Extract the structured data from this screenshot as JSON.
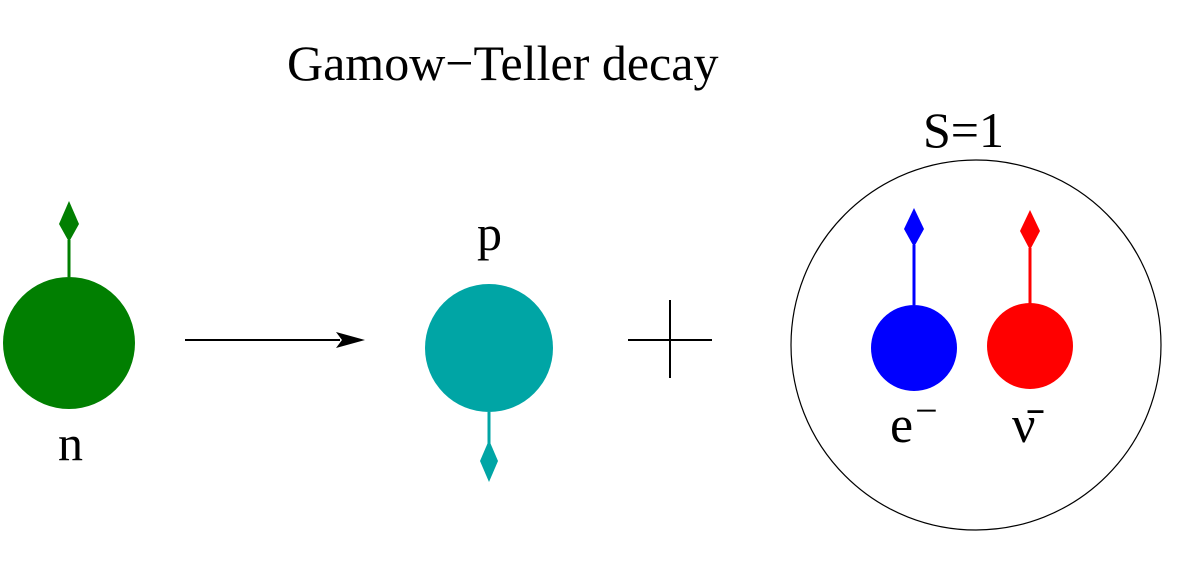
{
  "title": "Gamow−Teller decay",
  "spin_label": "S=1",
  "particles": {
    "neutron": {
      "label": "n",
      "color": "#017f01",
      "spin": "up"
    },
    "proton": {
      "label": "p",
      "color": "#00a5a5",
      "spin": "down"
    },
    "electron": {
      "label_base": "e",
      "label_sup": "−",
      "color": "#0000ff",
      "spin": "up"
    },
    "antineutrino": {
      "label": "ν̄",
      "color": "#ff0000",
      "spin": "up"
    }
  },
  "icons": {
    "reaction_arrow": "arrow-right-icon",
    "plus_sign": "plus-icon",
    "pair_enclosure": "circle-outline"
  }
}
